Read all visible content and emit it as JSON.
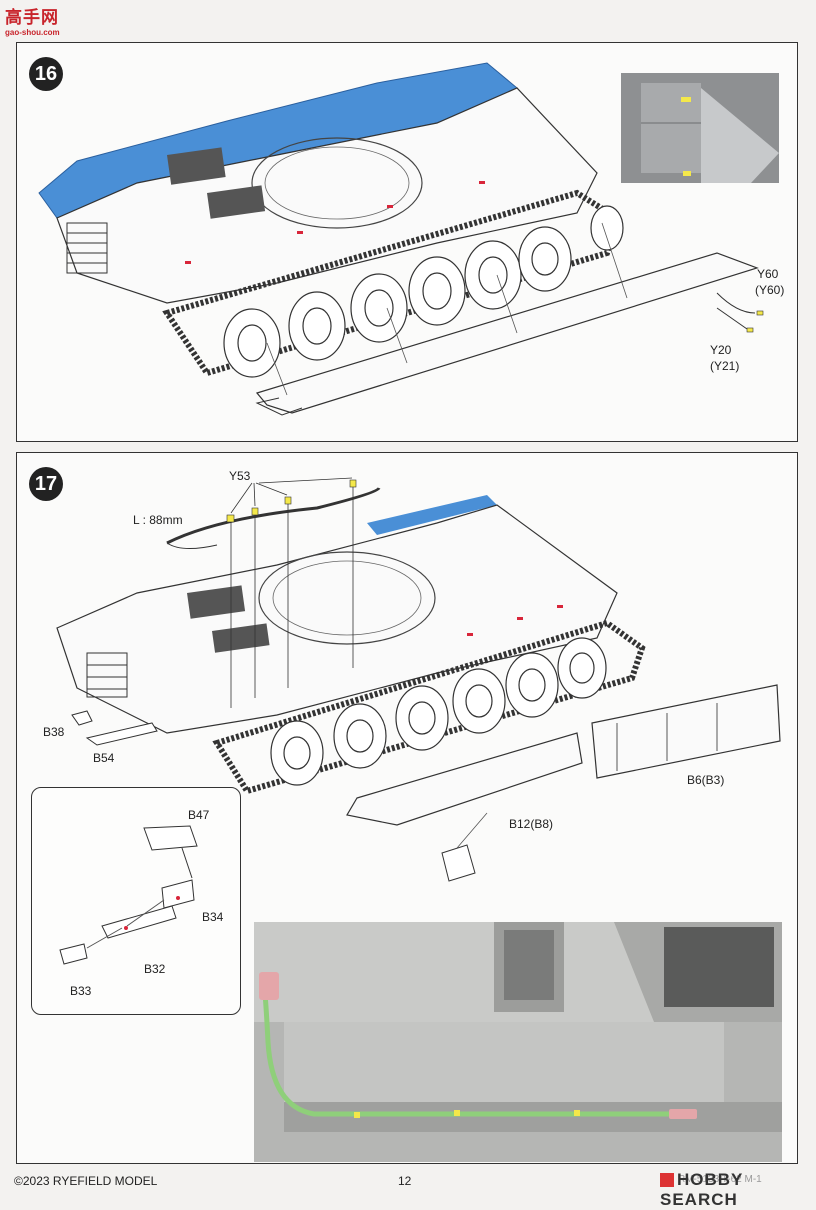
{
  "watermark": {
    "site_cn": "高手网",
    "site_url": "gao-shou.com"
  },
  "steps": [
    {
      "number": "16",
      "labels": {
        "y60": "Y60",
        "y60_alt": "(Y60)",
        "y20": "Y20",
        "y20_alt": "(Y21)"
      }
    },
    {
      "number": "17",
      "labels": {
        "y53": "Y53",
        "length_prefix": "L :",
        "length_value": "88",
        "length_unit": "mm",
        "b38": "B38",
        "b54": "B54",
        "b6": "B6(B3)",
        "b12": "B12(B8)",
        "b47": "B47",
        "b34": "B34",
        "b32": "B32",
        "b33": "B33"
      }
    }
  ],
  "footer": {
    "copyright": "©2023 RYEFIELD MODEL",
    "page_number": "12",
    "model_name": "RM-5133 T-62 M-1",
    "brand": "HOBBY SEARCH"
  },
  "colors": {
    "highlight_blue": "#4a8fd6",
    "part_yellow": "#f4e84a",
    "part_red": "#d8253a",
    "cable_green": "#8fcf7a",
    "badge": "#222222"
  }
}
